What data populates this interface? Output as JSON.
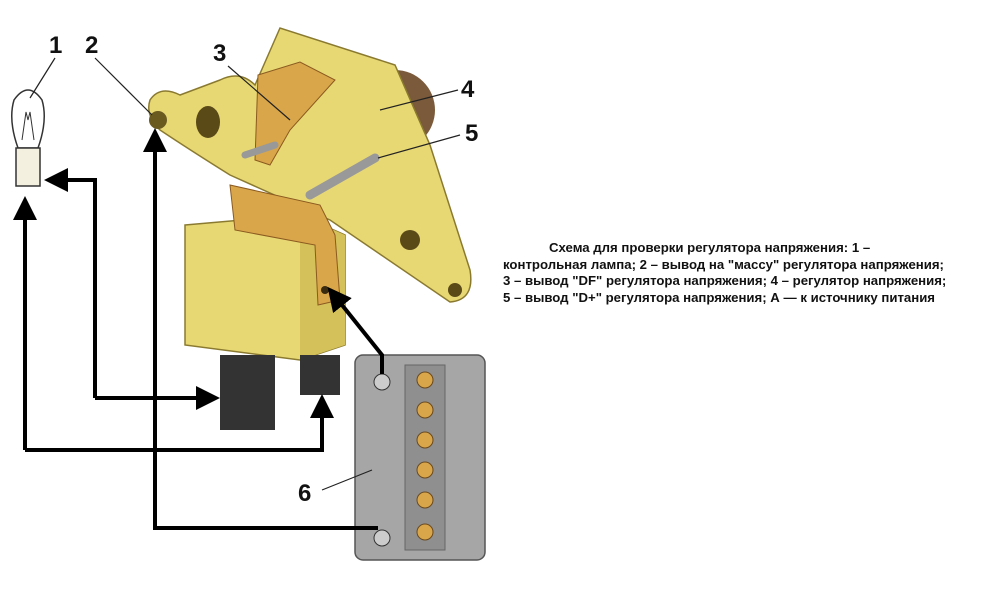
{
  "labels": {
    "n1": "1",
    "n2": "2",
    "n3": "3",
    "n4": "4",
    "n5": "5",
    "n6": "6"
  },
  "caption": [
    "Схема для проверки регулятора напряжения: 1 –",
    "контрольная лампа; 2 – вывод на \"массу\" регулятора напряжения;",
    "3 – вывод \"DF\" регулятора напряжения; 4 – регулятор напряжения;",
    "5 – вывод \"D+\" регулятора напряжения; А — к источнику питания"
  ],
  "colors": {
    "regulator": "#e8d873",
    "terminal": "#d9a64a",
    "battery": "#a6a6a6",
    "wire": "#000000"
  }
}
